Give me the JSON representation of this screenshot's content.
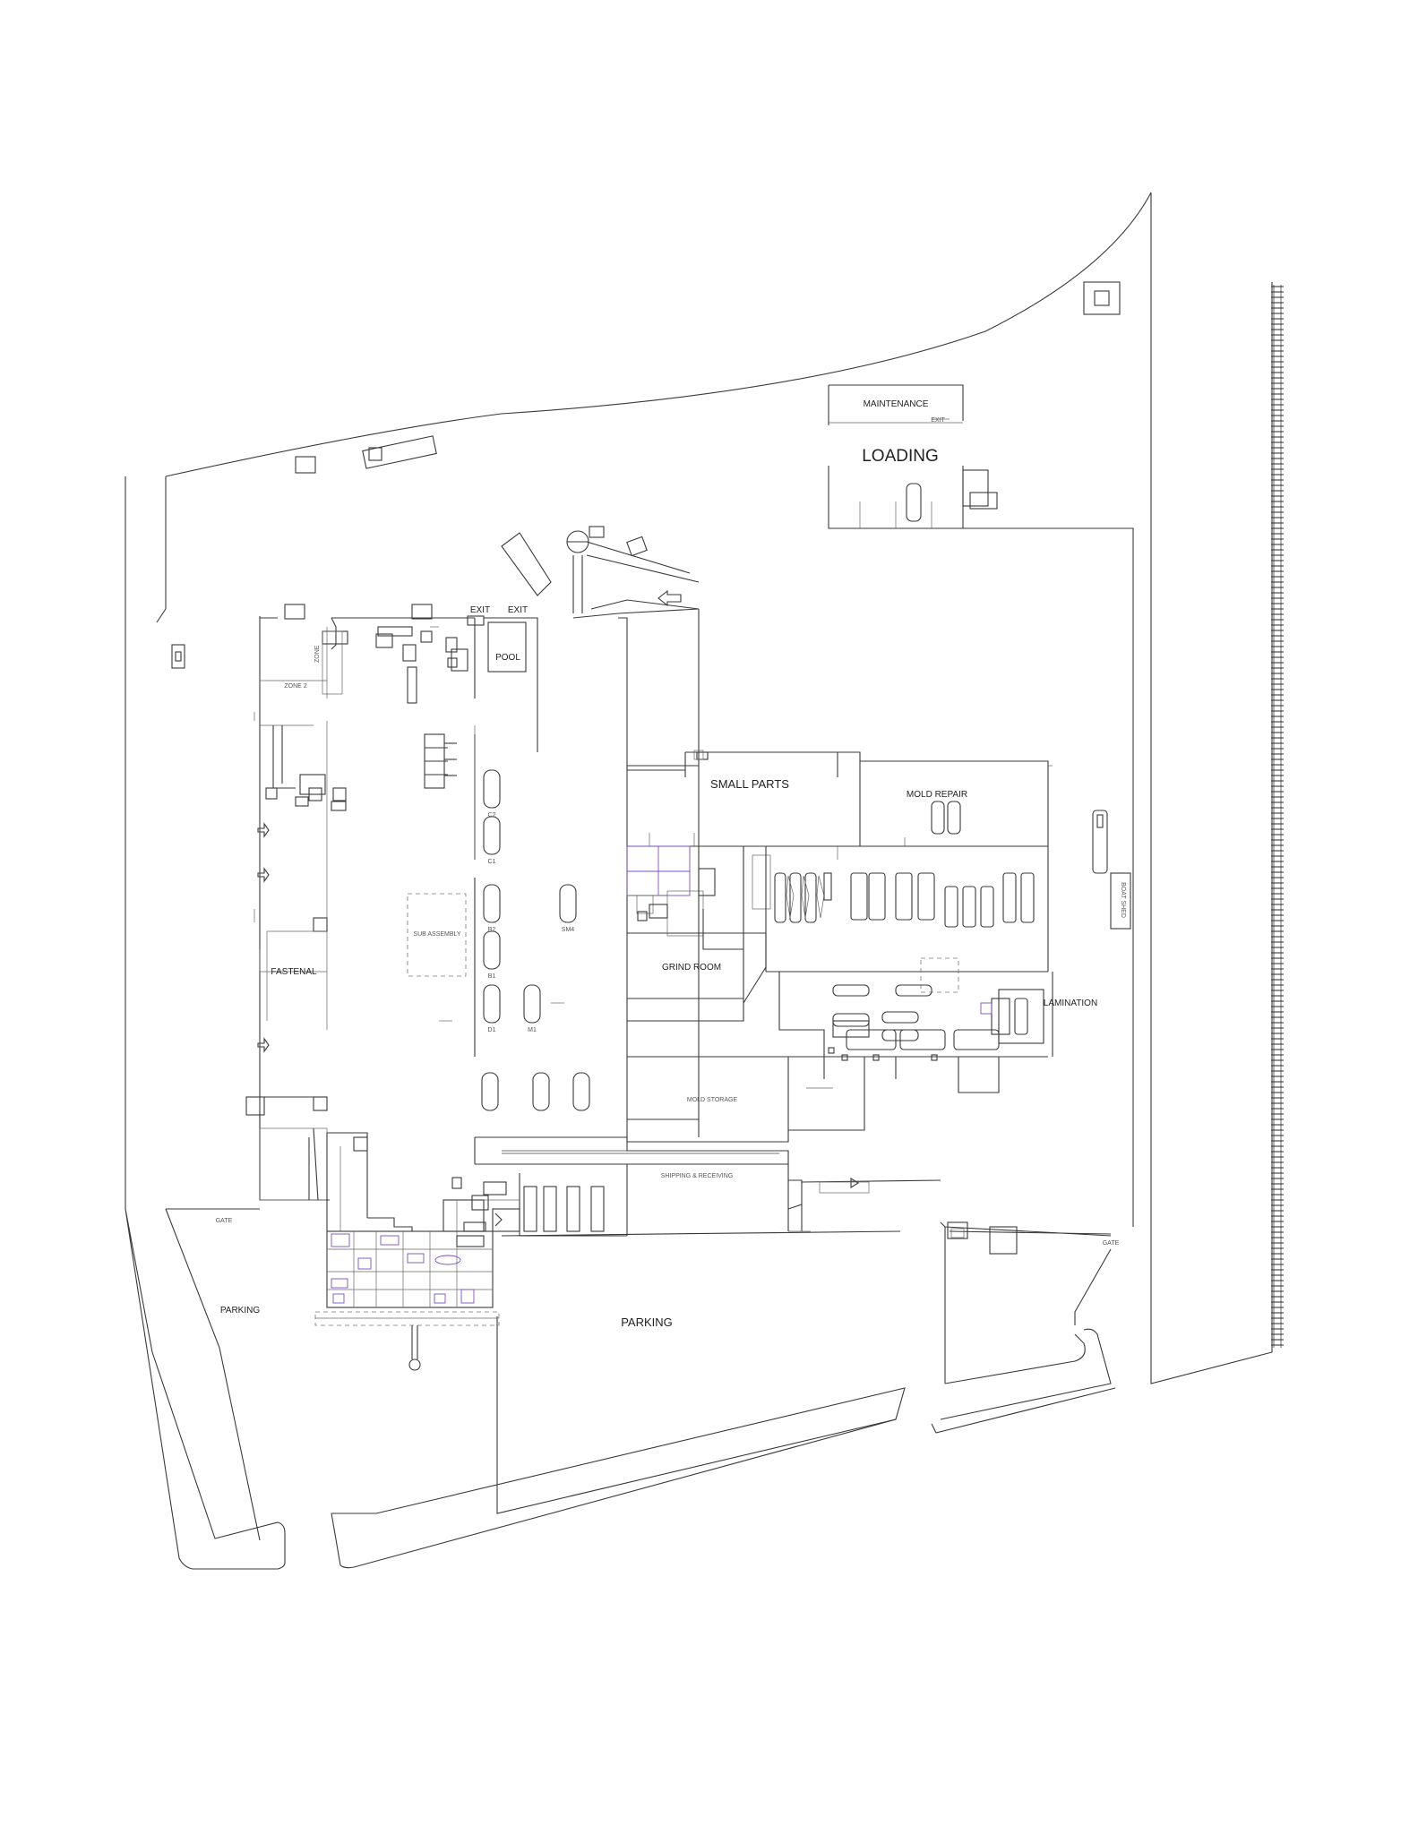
{
  "labels": {
    "loading": "LOADING",
    "maintenance": "MAINTENANCE",
    "exit_maint": "EXIT",
    "exit_1": "EXIT",
    "exit_2": "EXIT",
    "pool": "POOL",
    "small_parts": "SMALL PARTS",
    "mold_repair": "MOLD REPAIR",
    "grind_room": "GRIND ROOM",
    "lamination": "LAMINATION",
    "mold_storage": "MOLD STORAGE",
    "shipping_receiving": "SHIPPING & RECEIVING",
    "fastenal": "FASTENAL",
    "sub_assembly": "SUB ASSEMBLY",
    "zone": "ZONE 2",
    "boat_shed": "BOAT SHED",
    "parking_left": "PARKING",
    "parking_center": "PARKING",
    "gate_left": "GATE",
    "gate_right": "GATE",
    "bay_labels": [
      "C2",
      "C1",
      "B2",
      "B1",
      "D1",
      "M1",
      "SM4"
    ]
  }
}
